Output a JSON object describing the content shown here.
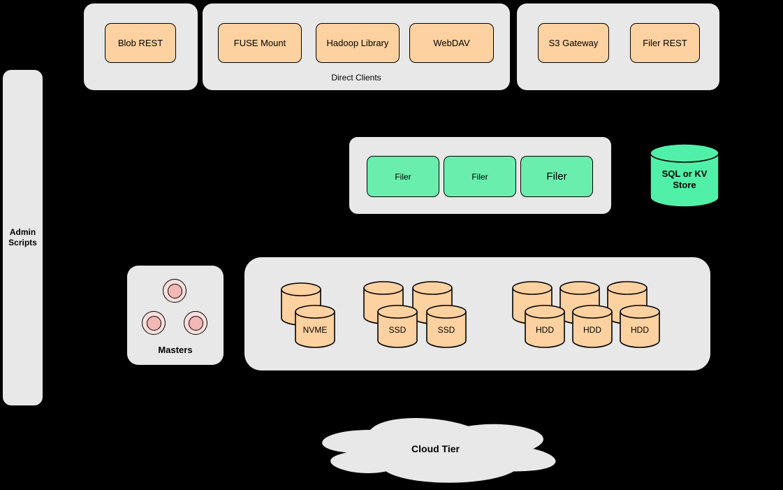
{
  "colors": {
    "background": "#000000",
    "panel_gray": "#e8e8e8",
    "node_orange": "#fdd1a0",
    "node_green": "#69eeae",
    "store_green": "#50f0a8",
    "master_pink": "#f2b8b5"
  },
  "admin": {
    "label": "Admin\nScripts"
  },
  "blob_group": {
    "items": [
      {
        "label": "Blob REST"
      }
    ]
  },
  "direct_clients": {
    "caption": "Direct Clients",
    "items": [
      {
        "label": "FUSE Mount"
      },
      {
        "label": "Hadoop Library"
      },
      {
        "label": "WebDAV"
      }
    ]
  },
  "gateways": {
    "items": [
      {
        "label": "S3 Gateway"
      },
      {
        "label": "Filer REST"
      }
    ]
  },
  "filers": {
    "items": [
      {
        "label": "Filer"
      },
      {
        "label": "Filer"
      },
      {
        "label": "Filer"
      }
    ]
  },
  "metadata_store": {
    "label": "SQL or KV Store"
  },
  "masters": {
    "label": "Masters"
  },
  "volumes": {
    "nvme": {
      "labels": [
        "NVME"
      ]
    },
    "ssd": {
      "labels": [
        "SSD",
        "SSD"
      ]
    },
    "hdd": {
      "labels": [
        "HDD",
        "HDD",
        "HDD"
      ]
    }
  },
  "cloud": {
    "label": "Cloud Tier"
  }
}
